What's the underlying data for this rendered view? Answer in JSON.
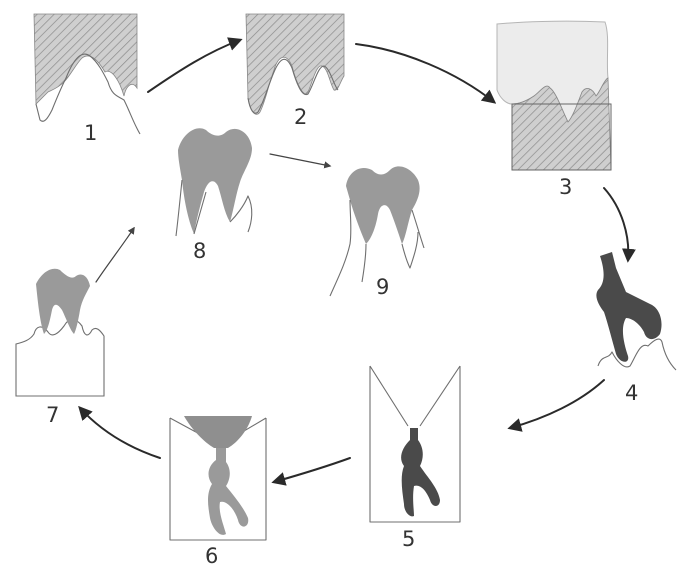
{
  "stages": [
    {
      "id": "1",
      "label": "1"
    },
    {
      "id": "2",
      "label": "2"
    },
    {
      "id": "3",
      "label": "3"
    },
    {
      "id": "4",
      "label": "4"
    },
    {
      "id": "5",
      "label": "5"
    },
    {
      "id": "6",
      "label": "6"
    },
    {
      "id": "7",
      "label": "7"
    },
    {
      "id": "8",
      "label": "8"
    },
    {
      "id": "9",
      "label": "9"
    }
  ],
  "colors": {
    "hatch_fill": "#bdbdbd",
    "gray_material": "#9a9a9a",
    "dark_material": "#505050",
    "light_mass": "#e8e8e8",
    "lines": "#6f6f6f",
    "arrows": "#2a2a2a"
  }
}
